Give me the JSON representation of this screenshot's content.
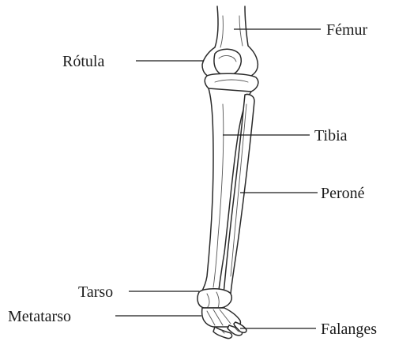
{
  "labels": {
    "femur": "Fémur",
    "rotula": "Rótula",
    "tibia": "Tibia",
    "perone": "Peroné",
    "tarso": "Tarso",
    "metatarso": "Metatarso",
    "falanges": "Falanges"
  },
  "colors": {
    "ink": "#1c1c1c",
    "bone_outline": "#2a2a2a",
    "background": "#ffffff"
  }
}
